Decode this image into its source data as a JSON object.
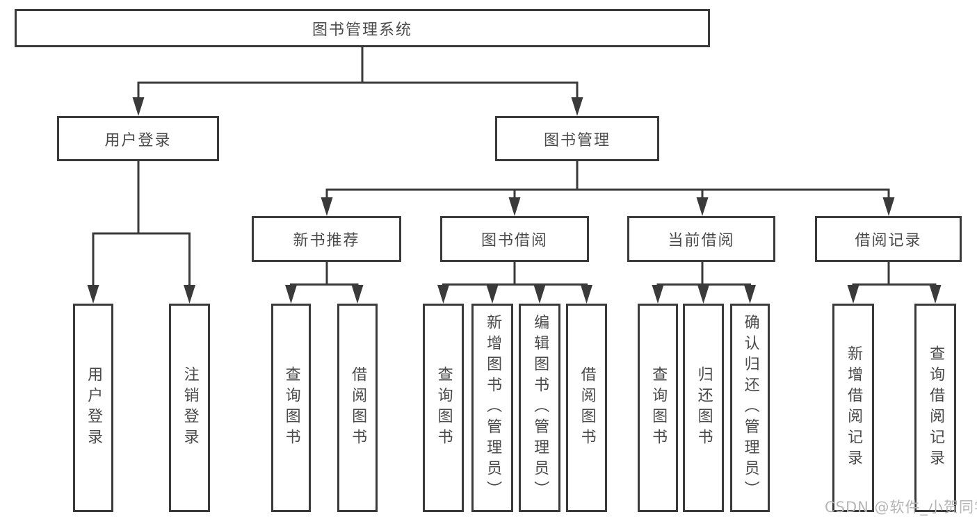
{
  "colors": {
    "line": "#3a3a3a",
    "text": "#4a4a4a",
    "watermark": "#b5b5b5"
  },
  "tree": {
    "label": "图书管理系统",
    "children": [
      {
        "label": "用户登录",
        "children": [
          {
            "label": "用户登录"
          },
          {
            "label": "注销登录"
          }
        ]
      },
      {
        "label": "图书管理",
        "children": [
          {
            "label": "新书推荐",
            "children": [
              {
                "label": "查询图书"
              },
              {
                "label": "借阅图书"
              }
            ]
          },
          {
            "label": "图书借阅",
            "children": [
              {
                "label": "查询图书"
              },
              {
                "label": "新增图书（管理员）"
              },
              {
                "label": "编辑图书（管理员）"
              },
              {
                "label": "借阅图书"
              }
            ]
          },
          {
            "label": "当前借阅",
            "children": [
              {
                "label": "查询图书"
              },
              {
                "label": "归还图书"
              },
              {
                "label": "确认归还（管理员）"
              }
            ]
          },
          {
            "label": "借阅记录",
            "children": [
              {
                "label": "新增借阅记录"
              },
              {
                "label": "查询借阅记录"
              }
            ]
          }
        ]
      }
    ]
  },
  "watermark": {
    "text": "CSDN @软件_小贺同学"
  }
}
